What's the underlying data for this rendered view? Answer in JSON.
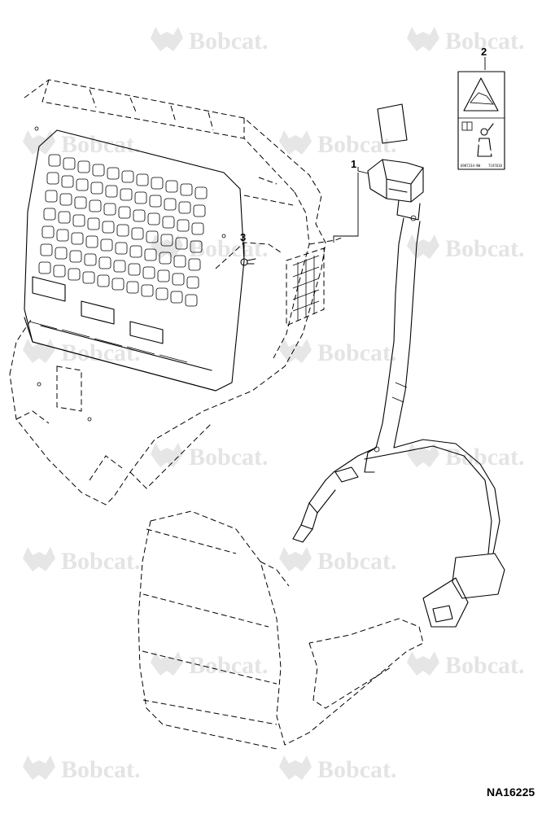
{
  "watermark": {
    "text": "Bobcat.",
    "mark": "bobcat-logo"
  },
  "callouts": [
    {
      "label": "1",
      "part": "seat-belt-retractor"
    },
    {
      "label": "2",
      "part": "safety-decal"
    },
    {
      "label": "3",
      "part": "mounting-bolt"
    }
  ],
  "decal": {
    "text_left": "6987234-8W",
    "text_right": "7247610"
  },
  "figure_id": "NA16225"
}
